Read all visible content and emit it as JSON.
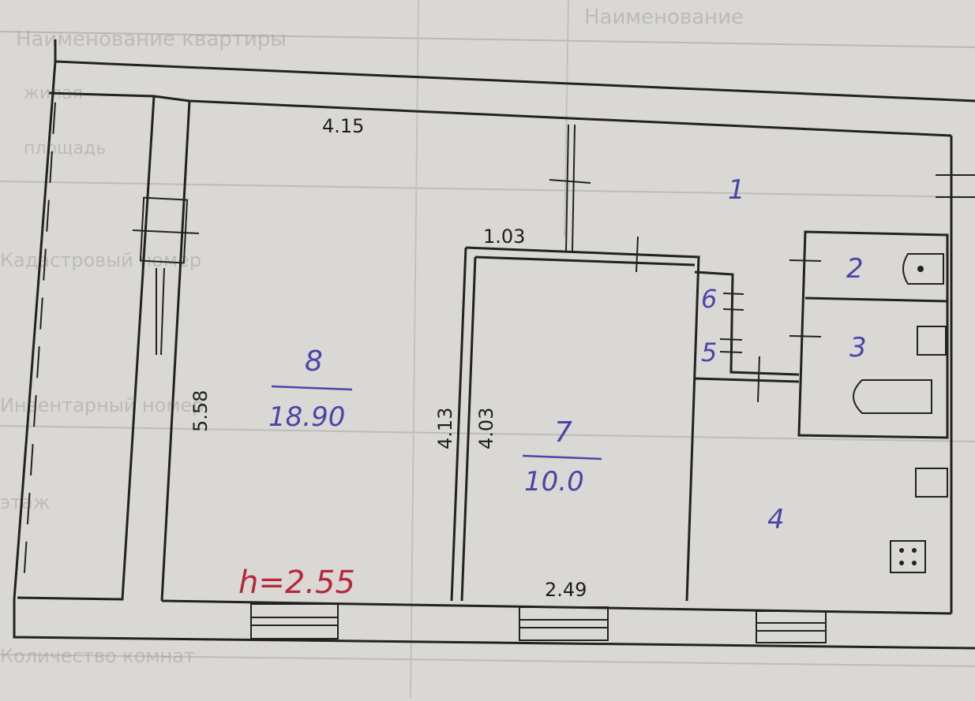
{
  "plan": {
    "ceiling_height": "h=2.55",
    "paper_color": "#d9d8d4",
    "ink_blue": "#4a45a8",
    "ink_red": "#b8283c",
    "rooms": [
      {
        "number": "1"
      },
      {
        "number": "2"
      },
      {
        "number": "3"
      },
      {
        "number": "4"
      },
      {
        "number": "5"
      },
      {
        "number": "6"
      },
      {
        "number": "7",
        "area": "10.0"
      },
      {
        "number": "8",
        "area": "18.90"
      }
    ],
    "dimensions": {
      "top_width": "4.15",
      "room8_height": "5.58",
      "room7_left_outer": "4.13",
      "room7_left_inner": "4.03",
      "room7_top": "1.03",
      "room7_bottom": "2.49"
    },
    "background_text": [
      "Наименование квартиры",
      "жилая",
      "площадь",
      "Кадастровый номер",
      "Инвентарный номер",
      "этаж",
      "Количество комнат",
      "Наименование"
    ]
  }
}
